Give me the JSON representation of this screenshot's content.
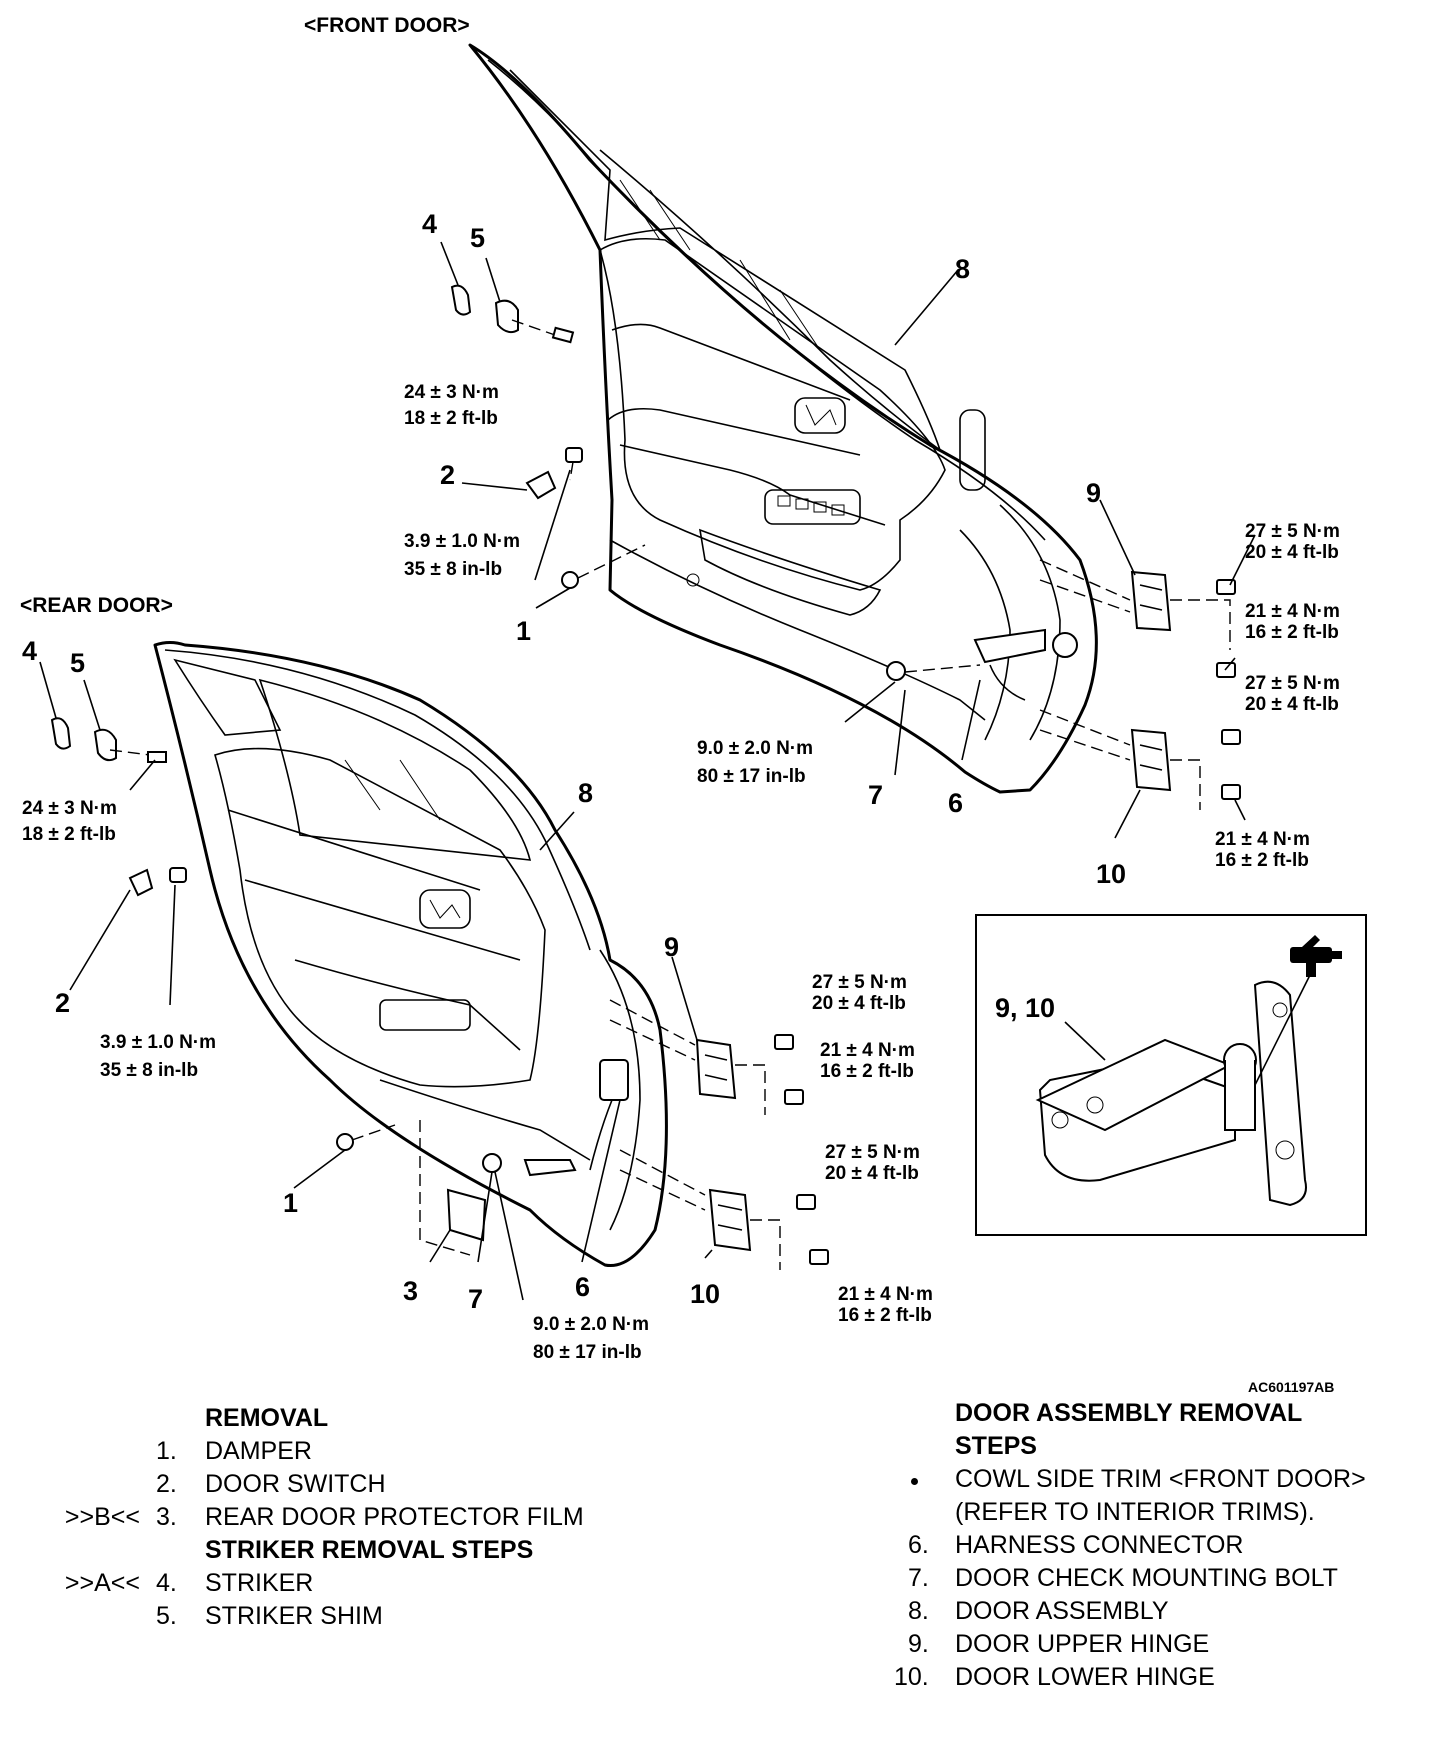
{
  "headers": {
    "front_door": "<FRONT DOOR>",
    "rear_door": "<REAR DOOR>"
  },
  "callouts": {
    "n1": "1",
    "n2": "2",
    "n3": "3",
    "n4": "4",
    "n5": "5",
    "n6": "6",
    "n7": "7",
    "n8": "8",
    "n9": "9",
    "n10": "10",
    "n9_10": "9, 10"
  },
  "torques": {
    "t24_nm": "24 ± 3 N·m",
    "t18_ftlb": "18 ± 2 ft-lb",
    "t3_9_nm": "3.9 ± 1.0 N·m",
    "t35_inlb": "35 ± 8 in-lb",
    "t9_nm": "9.0 ± 2.0 N·m",
    "t80_inlb": "80 ± 17 in-lb",
    "t27_nm": "27 ± 5 N·m",
    "t20_ftlb": "20 ± 4 ft-lb",
    "t21_nm": "21 ± 4 N·m",
    "t16_ftlb": "16 ± 2 ft-lb"
  },
  "figure_code": "AC601197AB",
  "left_list": {
    "heading": "REMOVAL",
    "items": [
      {
        "prefix": "",
        "num": "1.",
        "text": "DAMPER"
      },
      {
        "prefix": "",
        "num": "2.",
        "text": "DOOR SWITCH"
      },
      {
        "prefix": ">>B<<",
        "num": "3.",
        "text": "REAR DOOR PROTECTOR FILM"
      }
    ],
    "subheading": "STRIKER REMOVAL STEPS",
    "items2": [
      {
        "prefix": ">>A<<",
        "num": "4.",
        "text": "STRIKER"
      },
      {
        "prefix": "",
        "num": "5.",
        "text": "STRIKER SHIM"
      }
    ]
  },
  "right_list": {
    "heading_line1": "DOOR ASSEMBLY REMOVAL",
    "heading_line2": "STEPS",
    "bullet_line1": "COWL SIDE TRIM <FRONT DOOR>",
    "bullet_line2": "(REFER TO INTERIOR TRIMS).",
    "items": [
      {
        "num": "6.",
        "text": "HARNESS CONNECTOR"
      },
      {
        "num": "7.",
        "text": "DOOR CHECK MOUNTING BOLT"
      },
      {
        "num": "8.",
        "text": "DOOR ASSEMBLY"
      },
      {
        "num": "9.",
        "text": "DOOR UPPER HINGE"
      },
      {
        "num": "10.",
        "text": "DOOR LOWER HINGE"
      }
    ]
  }
}
